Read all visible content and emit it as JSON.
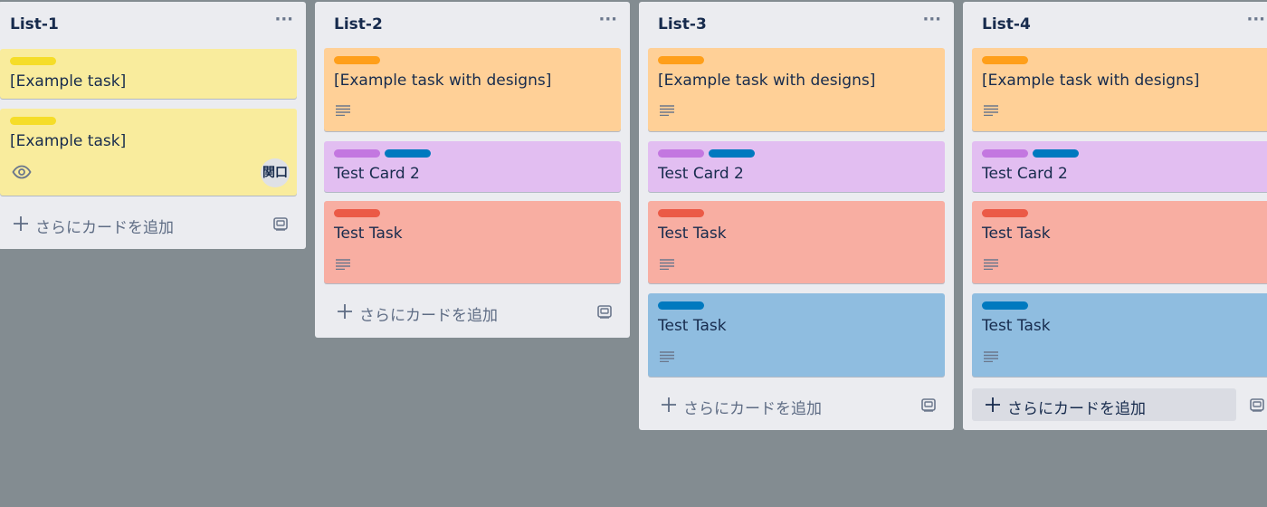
{
  "board": {
    "colors": {
      "background": "#838c91",
      "list_bg": "#ebecf0",
      "yellow_card": "#f9ec9d",
      "orange_card": "#ffd097",
      "purple_card": "#e2bef1",
      "red_card": "#f8aea2",
      "blue_card": "#8fbde0",
      "label_yellow": "#f5dd29",
      "label_orange": "#ff9f1a",
      "label_purple": "#c377e0",
      "label_blue": "#0079bf",
      "label_red": "#eb5a46"
    },
    "lists": [
      {
        "title": "List-1",
        "menu_icon": "ellipsis-icon",
        "cards": [
          {
            "title": "[Example task]",
            "labels": [
              "yellow"
            ],
            "color": "yellow"
          },
          {
            "title": "[Example task]",
            "labels": [
              "yellow"
            ],
            "color": "yellow",
            "badges": [
              "eye-icon"
            ],
            "member": "関口"
          }
        ],
        "add_card_label": "さらにカードを追加",
        "template_icon": "card-template-icon"
      },
      {
        "title": "List-2",
        "menu_icon": "ellipsis-icon",
        "cards": [
          {
            "title": "[Example task with designs]",
            "labels": [
              "orange"
            ],
            "color": "orange",
            "badges": [
              "description-icon"
            ]
          },
          {
            "title": "Test Card 2",
            "labels": [
              "purple",
              "blue"
            ],
            "color": "purple"
          },
          {
            "title": "Test Task",
            "labels": [
              "red"
            ],
            "color": "red",
            "badges": [
              "description-icon"
            ]
          }
        ],
        "add_card_label": "さらにカードを追加",
        "template_icon": "card-template-icon"
      },
      {
        "title": "List-3",
        "menu_icon": "ellipsis-icon",
        "cards": [
          {
            "title": "[Example task with designs]",
            "labels": [
              "orange"
            ],
            "color": "orange",
            "badges": [
              "description-icon"
            ]
          },
          {
            "title": "Test Card 2",
            "labels": [
              "purple",
              "blue"
            ],
            "color": "purple"
          },
          {
            "title": "Test Task",
            "labels": [
              "red"
            ],
            "color": "red",
            "badges": [
              "description-icon"
            ]
          },
          {
            "title": "Test Task",
            "labels": [
              "blue"
            ],
            "color": "blue",
            "badges": [
              "description-icon"
            ]
          }
        ],
        "add_card_label": "さらにカードを追加",
        "template_icon": "card-template-icon"
      },
      {
        "title": "List-4",
        "menu_icon": "ellipsis-icon",
        "cards": [
          {
            "title": "[Example task with designs]",
            "labels": [
              "orange"
            ],
            "color": "orange",
            "badges": [
              "description-icon"
            ]
          },
          {
            "title": "Test Card 2",
            "labels": [
              "purple",
              "blue"
            ],
            "color": "purple"
          },
          {
            "title": "Test Task",
            "labels": [
              "red"
            ],
            "color": "red",
            "badges": [
              "description-icon"
            ]
          },
          {
            "title": "Test Task",
            "labels": [
              "blue"
            ],
            "color": "blue",
            "badges": [
              "description-icon"
            ]
          }
        ],
        "add_card_label": "さらにカードを追加",
        "template_icon": "card-template-icon"
      }
    ]
  }
}
